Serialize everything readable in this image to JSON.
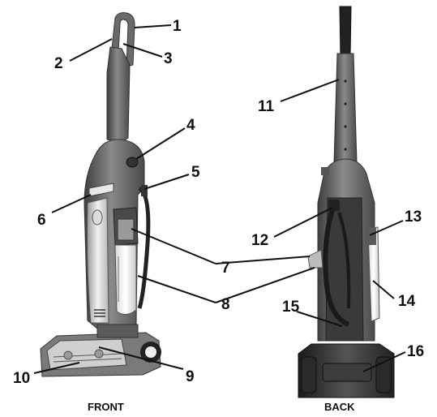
{
  "views": [
    {
      "id": "front",
      "caption": "FRONT"
    },
    {
      "id": "back",
      "caption": "BACK"
    }
  ],
  "callouts": [
    {
      "id": "c1",
      "number": "1"
    },
    {
      "id": "c2",
      "number": "2"
    },
    {
      "id": "c3",
      "number": "3"
    },
    {
      "id": "c4",
      "number": "4"
    },
    {
      "id": "c5",
      "number": "5"
    },
    {
      "id": "c6",
      "number": "6"
    },
    {
      "id": "c7",
      "number": "7"
    },
    {
      "id": "c8",
      "number": "8"
    },
    {
      "id": "c9",
      "number": "9"
    },
    {
      "id": "c10",
      "number": "10"
    },
    {
      "id": "c11",
      "number": "11"
    },
    {
      "id": "c12",
      "number": "12"
    },
    {
      "id": "c13",
      "number": "13"
    },
    {
      "id": "c14",
      "number": "14"
    },
    {
      "id": "c15",
      "number": "15"
    },
    {
      "id": "c16",
      "number": "16"
    }
  ]
}
